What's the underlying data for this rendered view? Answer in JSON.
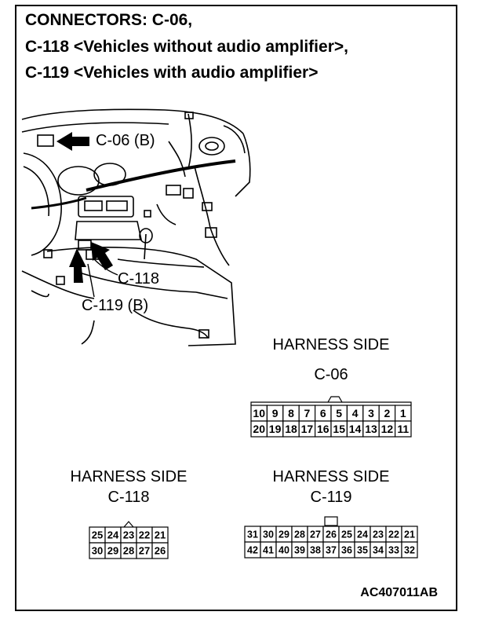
{
  "title": {
    "line1": "CONNECTORS: C-06,",
    "line2": "C-118 <Vehicles without audio amplifier>,",
    "line3": "C-119 <Vehicles with audio amplifier>"
  },
  "illustration": {
    "callouts": [
      "C-06 (B)",
      "C-118",
      "C-119 (B)"
    ]
  },
  "connectors": [
    {
      "side": "HARNESS SIDE",
      "name": "C-06",
      "rows": [
        [
          "10",
          "9",
          "8",
          "7",
          "6",
          "5",
          "4",
          "3",
          "2",
          "1"
        ],
        [
          "20",
          "19",
          "18",
          "17",
          "16",
          "15",
          "14",
          "13",
          "12",
          "11"
        ]
      ]
    },
    {
      "side": "HARNESS SIDE",
      "name": "C-118",
      "rows": [
        [
          "25",
          "24",
          "23",
          "22",
          "21"
        ],
        [
          "30",
          "29",
          "28",
          "27",
          "26"
        ]
      ]
    },
    {
      "side": "HARNESS SIDE",
      "name": "C-119",
      "rows": [
        [
          "31",
          "30",
          "29",
          "28",
          "27",
          "26",
          "25",
          "24",
          "23",
          "22",
          "21"
        ],
        [
          "42",
          "41",
          "40",
          "39",
          "38",
          "37",
          "36",
          "35",
          "34",
          "33",
          "32"
        ]
      ]
    }
  ],
  "figure_code": "AC407011AB"
}
